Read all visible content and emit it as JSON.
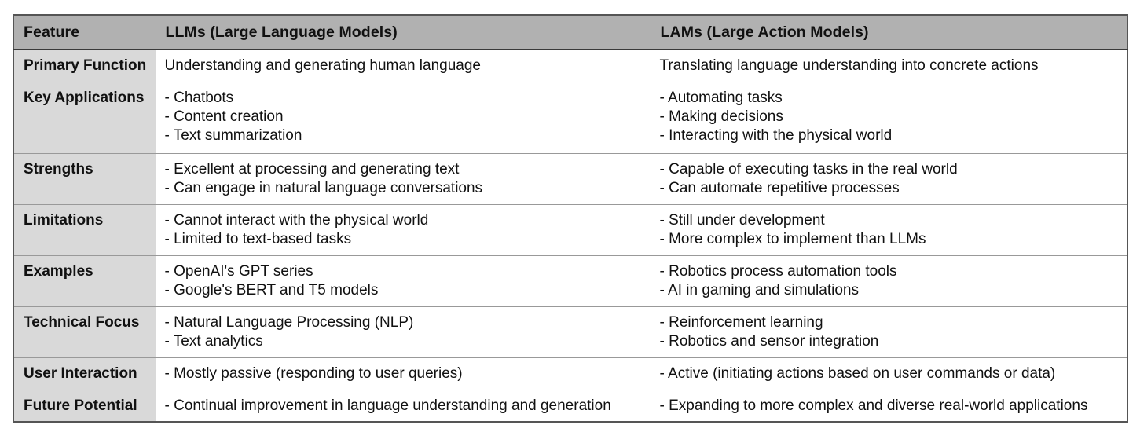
{
  "table": {
    "columns": [
      "Feature",
      "LLMs (Large Language Models)",
      "LAMs (Large Action Models)"
    ],
    "rows": [
      {
        "feature": "Primary Function",
        "llm": [
          "Understanding and generating human language"
        ],
        "lam": [
          "Translating language understanding into concrete actions"
        ]
      },
      {
        "feature": "Key Applications",
        "llm": [
          "- Chatbots",
          "- Content creation",
          "- Text summarization"
        ],
        "lam": [
          "- Automating tasks",
          "- Making decisions",
          "- Interacting with the physical world"
        ]
      },
      {
        "feature": "Strengths",
        "llm": [
          "- Excellent at processing and generating text",
          "- Can engage in natural language conversations"
        ],
        "lam": [
          "- Capable of executing tasks in the real world",
          "- Can automate repetitive processes"
        ]
      },
      {
        "feature": "Limitations",
        "llm": [
          "- Cannot interact with the physical world",
          "- Limited to text-based tasks"
        ],
        "lam": [
          "- Still under development",
          "- More complex to implement than LLMs"
        ]
      },
      {
        "feature": "Examples",
        "llm": [
          "- OpenAI's GPT series",
          "- Google's BERT and T5 models"
        ],
        "lam": [
          "- Robotics process automation tools",
          "- AI in gaming and simulations"
        ]
      },
      {
        "feature": "Technical Focus",
        "llm": [
          "- Natural Language Processing (NLP)",
          "- Text analytics"
        ],
        "lam": [
          "- Reinforcement learning",
          "- Robotics and sensor integration"
        ]
      },
      {
        "feature": "User Interaction",
        "llm": [
          "- Mostly passive (responding to user queries)"
        ],
        "lam": [
          "- Active (initiating actions based on user commands or data)"
        ]
      },
      {
        "feature": "Future Potential",
        "llm": [
          "- Continual improvement in language understanding and generation"
        ],
        "lam": [
          "- Expanding to more complex and diverse real-world applications"
        ]
      }
    ],
    "colors": {
      "header_bg": "#b1b1b1",
      "label_bg": "#d9d9d9",
      "body_bg": "#ffffff",
      "outer_border": "#555555",
      "inner_border": "#999999",
      "header_divider": "#3a3a3a",
      "text": "#111111"
    }
  }
}
